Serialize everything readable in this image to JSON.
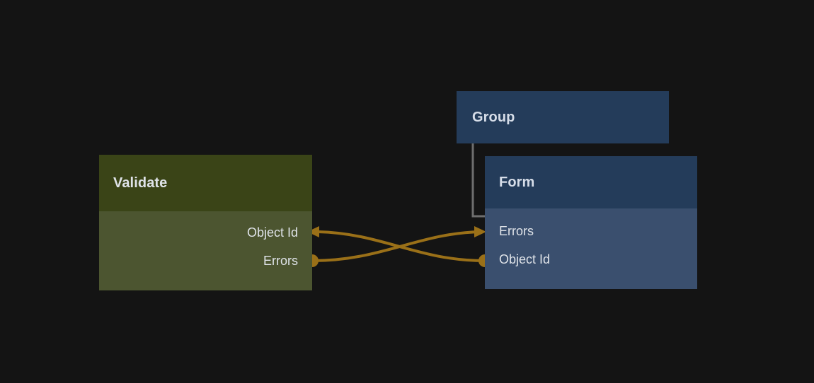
{
  "canvas": {
    "background_color": "#141414",
    "edge_color": "#9a7018",
    "containment_line_color": "#6e6e6e"
  },
  "nodes": [
    {
      "id": "validate",
      "title": "Validate",
      "header_color": "#3a4417",
      "body_color": "#4c5530",
      "text_color": "#dfe3e8",
      "align": "right",
      "ports": [
        {
          "label": "Object Id",
          "endpoint": "arrow-in"
        },
        {
          "label": "Errors",
          "endpoint": "dot-out"
        }
      ]
    },
    {
      "id": "group",
      "title": "Group",
      "header_color": "#243c5a",
      "text_color": "#d6dde8",
      "ports": []
    },
    {
      "id": "form",
      "title": "Form",
      "header_color": "#243c5a",
      "body_color": "#3a4f6e",
      "text_color": "#dfe3e8",
      "align": "left",
      "ports": [
        {
          "label": "Errors",
          "endpoint": "arrow-in"
        },
        {
          "label": "Object Id",
          "endpoint": "dot-out"
        }
      ]
    }
  ],
  "edges": [
    {
      "id": "errors-to-errors",
      "from_node": "validate",
      "from_port": "Errors",
      "to_node": "form",
      "to_port": "Errors",
      "color": "#9a7018"
    },
    {
      "id": "objectid-to-objectid",
      "from_node": "form",
      "from_port": "Object Id",
      "to_node": "validate",
      "to_port": "Object Id",
      "color": "#9a7018"
    }
  ],
  "containment": {
    "parent": "group",
    "child": "form"
  }
}
